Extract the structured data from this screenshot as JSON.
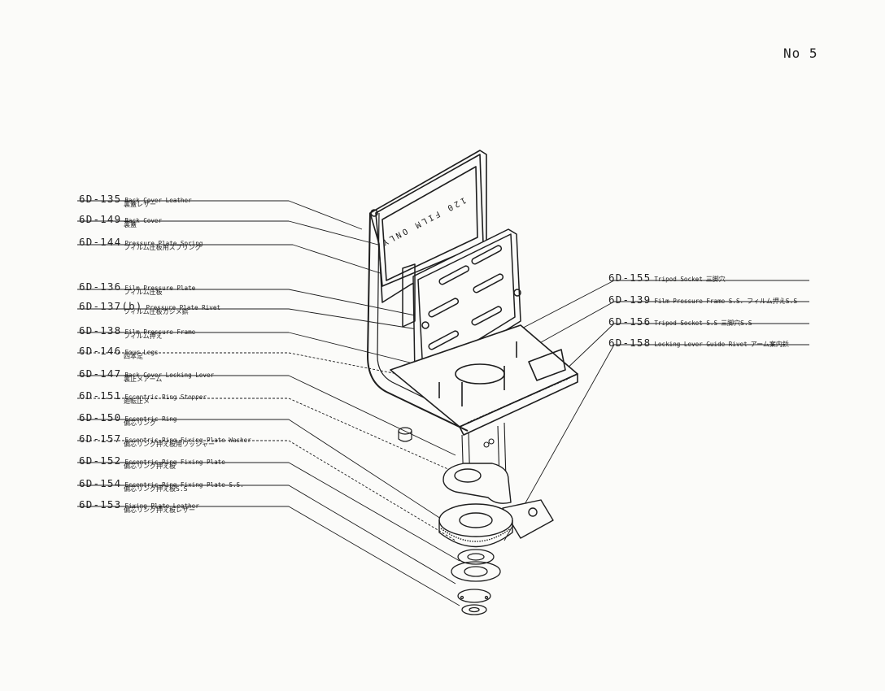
{
  "sheet_number": "No 5",
  "parts": [
    {
      "code": "6D-135",
      "name": "Back Cover Leather",
      "jp": "裏蓋レザー"
    },
    {
      "code": "6D-149",
      "name": "Back Cover",
      "jp": "裏蓋"
    },
    {
      "code": "6D-144",
      "name": "Pressure Plate Spring",
      "jp": "フィルム圧板用スプリング"
    },
    {
      "code": "6D-136",
      "name": "Film Pressure Plate",
      "jp": "フィルム圧板"
    },
    {
      "code": "6D-137(b)",
      "name": "Pressure Plate Rivet",
      "jp": "フィルム圧板カシメ鋲"
    },
    {
      "code": "6D-138",
      "name": "Film Pressure Frame",
      "jp": "フィルム押え"
    },
    {
      "code": "6D-146",
      "name": "Four Legs",
      "jp": "四本足"
    },
    {
      "code": "6D-147",
      "name": "Back Cover Locking Lever",
      "jp": "裏止メアーム"
    },
    {
      "code": "6D-151",
      "name": "Eccentric Ring Stopper",
      "jp": "廻転止メ"
    },
    {
      "code": "6D-150",
      "name": "Eccentric Ring",
      "jp": "偏芯リング"
    },
    {
      "code": "6D-157",
      "name": "Eccentric Ring Fixing Plate Washer",
      "jp": "偏芯リング押え板用ワッシャー"
    },
    {
      "code": "6D-152",
      "name": "Eccentric Ring Fixing Plate",
      "jp": "偏芯リング押え板"
    },
    {
      "code": "6D-154",
      "name": "Eccentric Ring Fixing Plate S.S.",
      "jp": "偏芯リング押え板S.S"
    },
    {
      "code": "6D-153",
      "name": "Fixing Plate Leather",
      "jp": "偏芯リング押え板レザー"
    },
    {
      "code": "6D-155",
      "name": "Tripod Socket",
      "jp": "三脚穴"
    },
    {
      "code": "6D-139",
      "name": "Film Pressure Frame S.S.",
      "jp": "フィルム押えS.S"
    },
    {
      "code": "6D-156",
      "name": "Tripod Socket S.S",
      "jp": "三脚穴S.S"
    },
    {
      "code": "6D-158",
      "name": "Locking Lever Guide Rivet",
      "jp": "アーム案内鋲"
    }
  ],
  "plate_text": "120 FILM ONLY"
}
